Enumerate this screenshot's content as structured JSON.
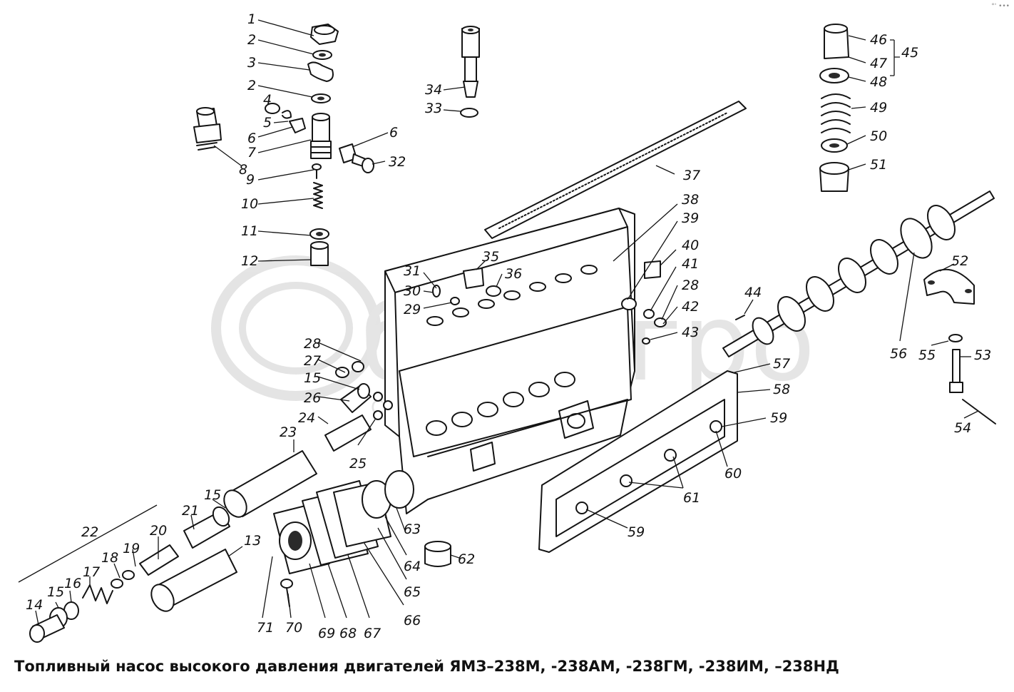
{
  "caption": "Топливный насос высокого давления двигателей ЯМЗ–238М, -238АМ, -238ГМ,  -238ИМ, –238НД",
  "corner_mark": "°' •••",
  "watermark": {
    "text": "белагро",
    "subtitle": "СИСТЕМА КОМПАНИЙ",
    "color": "#cfcfcf"
  },
  "callouts": [
    "1",
    "2",
    "3",
    "2",
    "4",
    "5",
    "6",
    "7",
    "8",
    "9",
    "10",
    "11",
    "12",
    "6",
    "32",
    "31",
    "30",
    "29",
    "28",
    "27",
    "15",
    "26",
    "24",
    "23",
    "25",
    "15",
    "21",
    "20",
    "22",
    "13",
    "19",
    "18",
    "17",
    "16",
    "15",
    "14",
    "71",
    "70",
    "69",
    "68",
    "67",
    "66",
    "65",
    "64",
    "63",
    "62",
    "34",
    "33",
    "35",
    "36",
    "37",
    "38",
    "39",
    "40",
    "41",
    "28",
    "42",
    "43",
    "44",
    "45",
    "46",
    "47",
    "48",
    "49",
    "50",
    "51",
    "52",
    "56",
    "55",
    "53",
    "54",
    "57",
    "58",
    "59",
    "60",
    "61",
    "59"
  ]
}
